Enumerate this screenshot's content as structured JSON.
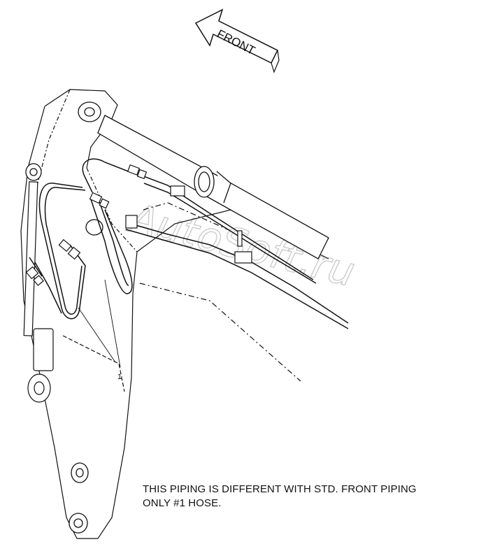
{
  "direction_arrow": {
    "label": "FRONT",
    "icon": "front-direction-arrow-icon"
  },
  "callouts": [
    {
      "label": "1"
    }
  ],
  "note": {
    "line1": "THIS PIPING IS DIFFERENT WITH STD. FRONT PIPING",
    "line2": "ONLY #1 HOSE."
  },
  "watermark": "AutoSoft.ru"
}
